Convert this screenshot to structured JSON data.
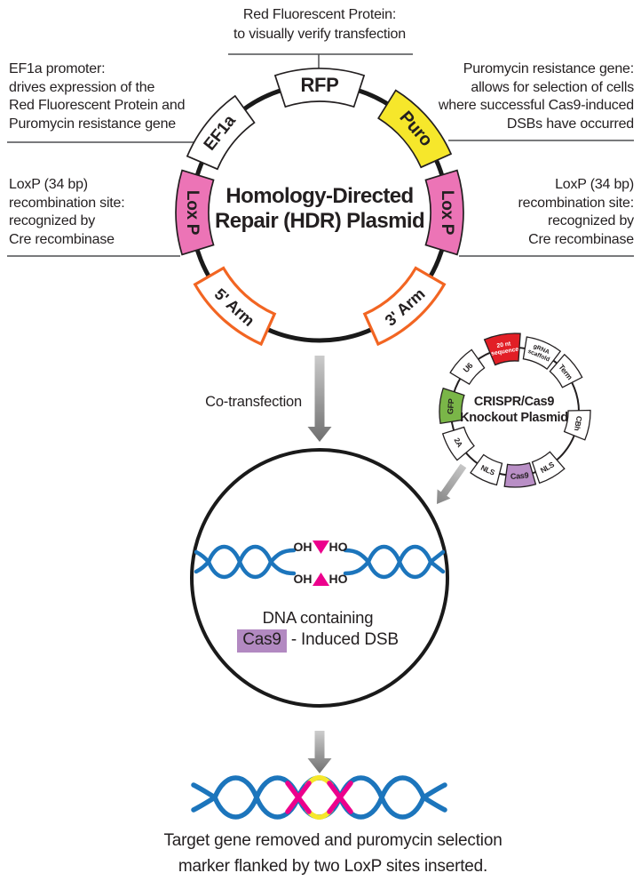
{
  "top_label": {
    "lines": [
      "Red Fluorescent Protein:",
      "to visually verify transfection"
    ]
  },
  "annotations": {
    "ef1a": {
      "lines": [
        "EF1a promoter:",
        "drives expression of the",
        "Red Fluorescent Protein and",
        "Puromycin resistance gene"
      ]
    },
    "puro": {
      "lines": [
        "Puromycin resistance gene:",
        "allows for selection of cells",
        "where successful Cas9-induced",
        "DSBs have occurred"
      ]
    },
    "loxp_left": {
      "lines": [
        "LoxP (34 bp)",
        "recombination site:",
        "recognized by",
        "Cre recombinase"
      ]
    },
    "loxp_right": {
      "lines": [
        "LoxP (34 bp)",
        "recombination site:",
        "recognized by",
        "Cre recombinase"
      ]
    }
  },
  "hdr_plasmid": {
    "title_lines": [
      "Homology-Directed",
      "Repair (HDR) Plasmid"
    ],
    "segments": [
      {
        "id": "rfp",
        "label": "RFP",
        "fill": "#ffffff",
        "border": "#231f20",
        "text_color": "#231f20"
      },
      {
        "id": "puro",
        "label": "Puro",
        "fill": "#f6e72b",
        "border": "#231f20",
        "text_color": "#231f20"
      },
      {
        "id": "loxp_right",
        "label": "Lox P",
        "fill": "#ec74b6",
        "border": "#231f20",
        "text_color": "#231f20"
      },
      {
        "id": "arm_3",
        "label": "3' Arm",
        "fill": "#ffffff",
        "border": "#f26522",
        "text_color": "#231f20"
      },
      {
        "id": "arm_5",
        "label": "5' Arm",
        "fill": "#ffffff",
        "border": "#f26522",
        "text_color": "#231f20"
      },
      {
        "id": "loxp_left",
        "label": "Lox P",
        "fill": "#ec74b6",
        "border": "#231f20",
        "text_color": "#231f20"
      },
      {
        "id": "ef1a",
        "label": "EF1a",
        "fill": "#ffffff",
        "border": "#231f20",
        "text_color": "#231f20"
      }
    ]
  },
  "cotransfection_label": "Co-transfection",
  "crispr_plasmid": {
    "title_lines": [
      "CRISPR/Cas9",
      "Knockout Plasmid"
    ],
    "segments": [
      {
        "id": "seq20",
        "label_lines": [
          "20 nt",
          "sequence"
        ],
        "fill": "#e21f26",
        "border": "#231f20",
        "text_color": "#ffffff"
      },
      {
        "id": "grna",
        "label_lines": [
          "gRNA",
          "scaffold"
        ],
        "fill": "#ffffff",
        "border": "#231f20",
        "text_color": "#231f20"
      },
      {
        "id": "term",
        "label": "Term",
        "fill": "#ffffff",
        "border": "#231f20",
        "text_color": "#231f20"
      },
      {
        "id": "cbh",
        "label": "CBh",
        "fill": "#ffffff",
        "border": "#231f20",
        "text_color": "#231f20"
      },
      {
        "id": "nls_right",
        "label": "NLS",
        "fill": "#ffffff",
        "border": "#231f20",
        "text_color": "#231f20"
      },
      {
        "id": "cas9",
        "label": "Cas9",
        "fill": "#b98fc6",
        "border": "#231f20",
        "text_color": "#231f20"
      },
      {
        "id": "nls_left",
        "label": "NLS",
        "fill": "#ffffff",
        "border": "#231f20",
        "text_color": "#231f20"
      },
      {
        "id": "twoa",
        "label": "2A",
        "fill": "#ffffff",
        "border": "#231f20",
        "text_color": "#231f20"
      },
      {
        "id": "gfp",
        "label": "GFP",
        "fill": "#7ab648",
        "border": "#231f20",
        "text_color": "#231f20"
      },
      {
        "id": "u6",
        "label": "U6",
        "fill": "#ffffff",
        "border": "#231f20",
        "text_color": "#231f20"
      }
    ]
  },
  "dsb_cell": {
    "strand_labels": {
      "top_left": "OH",
      "top_right": "HO",
      "bottom_left": "OH",
      "bottom_right": "HO"
    },
    "caption_line1": "DNA containing",
    "caption_cas9": "Cas9",
    "caption_rest": " - Induced DSB"
  },
  "bottom_caption": {
    "lines": [
      "Target gene removed and puromycin selection",
      "marker flanked by two LoxP sites inserted."
    ]
  },
  "colors": {
    "dna_blue": "#1c75bc",
    "magenta": "#ec008c",
    "segment_yellow": "#f6e72b",
    "segment_pink": "#ec74b6",
    "arm_orange": "#f26522",
    "segment_red": "#e21f26",
    "segment_green": "#7ab648",
    "segment_purple": "#b98fc6",
    "caption_purple": "#b289c1",
    "outline_black": "#231f20",
    "connector_gray": "#4d4e50",
    "arrow_gray_light": "#cdcdcd",
    "arrow_gray_dark": "#6f6f6f"
  }
}
